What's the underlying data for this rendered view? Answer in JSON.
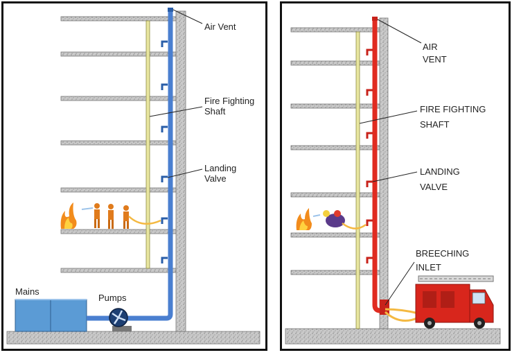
{
  "left_diagram": {
    "labels": {
      "air_vent": "Air Vent",
      "fire_fighting_shaft": [
        "Fire Fighting",
        "Shaft"
      ],
      "landing_valve": [
        "Landing",
        "Valve"
      ],
      "mains": "Mains",
      "pumps": "Pumps"
    },
    "riser_color": "#4a7fd0"
  },
  "right_diagram": {
    "labels": {
      "air_vent": [
        "AIR",
        "VENT"
      ],
      "fire_fighting_shaft": [
        "FIRE FIGHTING",
        "SHAFT"
      ],
      "landing_valve": [
        "LANDING",
        "VALVE"
      ],
      "breeching_inlet": [
        "BREECHING",
        "INLET"
      ]
    },
    "riser_color": "#e02b20"
  },
  "colors": {
    "floor_slab": "#b5b5b5",
    "shaft": "#e8e6a0",
    "tank": "#5b9bd5",
    "truck": "#d8261c"
  }
}
